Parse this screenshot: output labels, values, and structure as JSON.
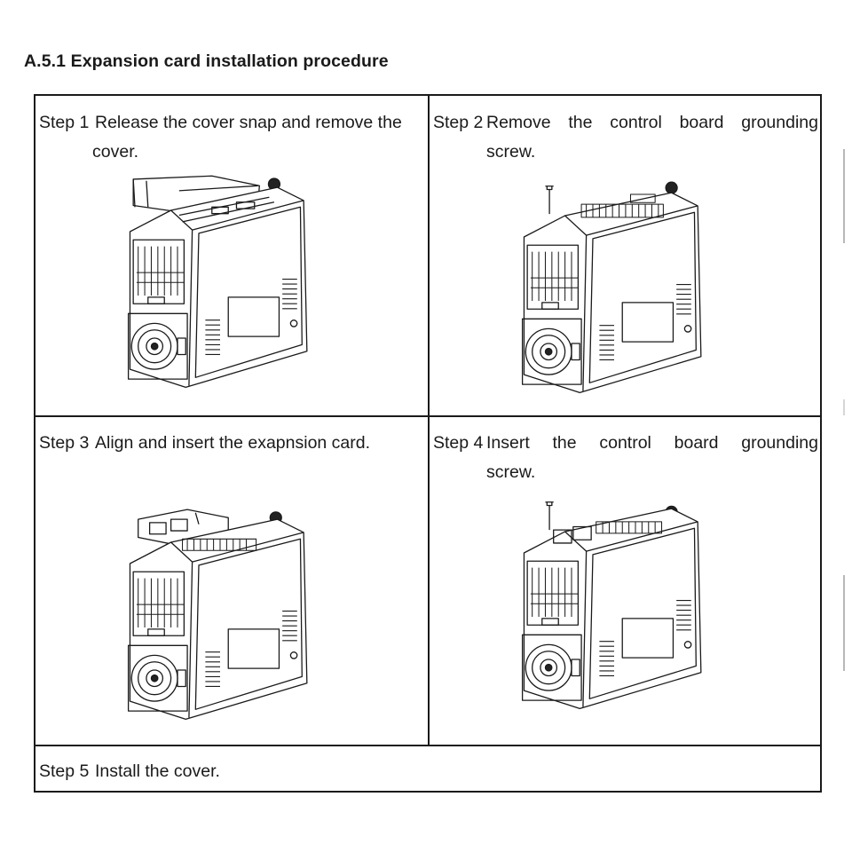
{
  "section": {
    "title": "A.5.1 Expansion card installation procedure"
  },
  "steps": [
    {
      "num": "Step 1",
      "line1": "Release the cover snap and remove the",
      "line2": "cover.",
      "figure": "drive-cover-removed-illustration"
    },
    {
      "num": "Step 2",
      "line1": "Remove  the  control  board  grounding",
      "line2": "screw.",
      "figure": "drive-screw-removed-illustration"
    },
    {
      "num": "Step 3",
      "line1": "Align and insert the exapnsion card.",
      "figure": "drive-card-inserted-illustration"
    },
    {
      "num": "Step 4",
      "line1": "Insert  the  control  board  grounding",
      "line2": "screw.",
      "figure": "drive-screw-inserted-illustration"
    },
    {
      "num": "Step 5",
      "line1": "Install the cover."
    }
  ]
}
